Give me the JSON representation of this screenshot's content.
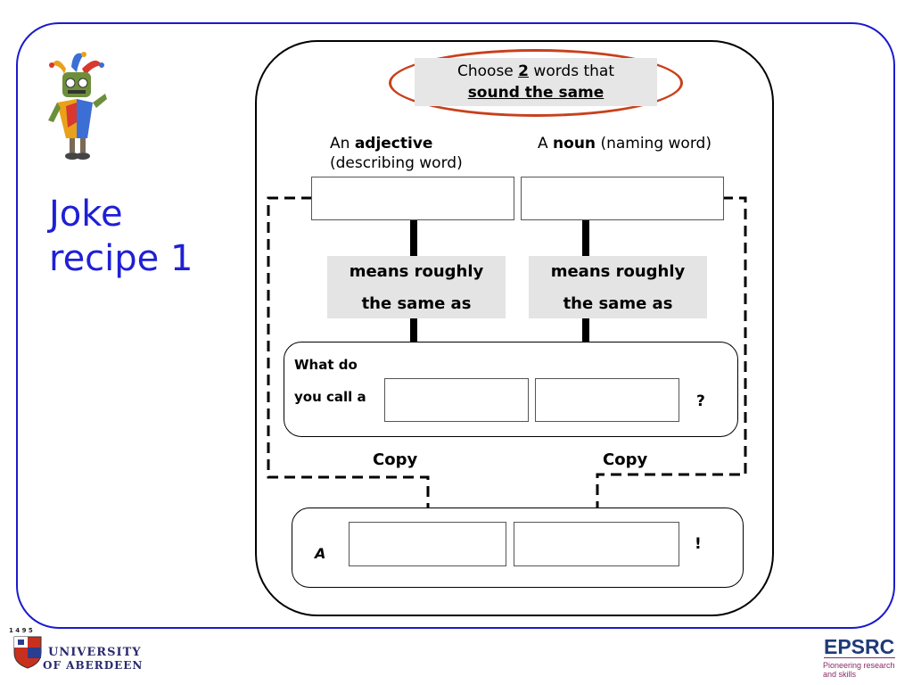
{
  "title": "Joke recipe 1",
  "instruction": {
    "line1_prefix": "Choose ",
    "line1_number": "2",
    "line1_suffix": " words that",
    "line2": "sound the same"
  },
  "adjective_label": {
    "prefix": "An ",
    "bold": "adjective",
    "rest": "(describing word)"
  },
  "noun_label": {
    "prefix": "A ",
    "bold": "noun",
    "rest": " (naming word)"
  },
  "means_left": {
    "line1": "means roughly",
    "line2": "the same as"
  },
  "means_right": {
    "line1": "means roughly",
    "line2": "the same as"
  },
  "question": {
    "line1": "What do",
    "line2": "you call a",
    "end": "?"
  },
  "copy_left": "Copy",
  "copy_right": "Copy",
  "answer": {
    "start": "A",
    "end": "!"
  },
  "logos": {
    "university_line1": "UNIVERSITY",
    "university_line2": "OF ABERDEEN",
    "crest_year": "1 4 9 5",
    "epsrc": "EPSRC",
    "epsrc_tagline1": "Pioneering research",
    "epsrc_tagline2": "and skills"
  },
  "colors": {
    "title": "#1f1fd6",
    "frame": "#1a1ad0",
    "oval": "#c8401c",
    "epsrc": "#1e3a78",
    "epsrc_tag": "#8a2b6c"
  }
}
